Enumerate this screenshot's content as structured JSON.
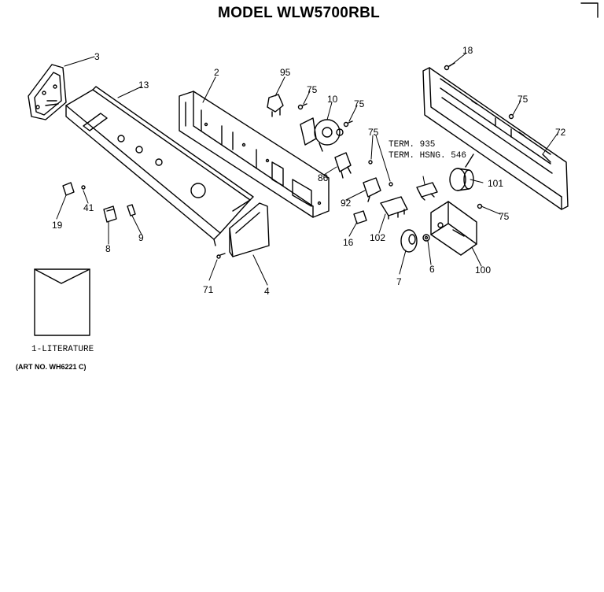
{
  "title": "MODEL WLW5700RBL",
  "callouts": {
    "p2": "2",
    "p3": "3",
    "p4": "4",
    "p6": "6",
    "p7": "7",
    "p8": "8",
    "p9": "9",
    "p10": "10",
    "p13": "13",
    "p16": "16",
    "p18": "18",
    "p19": "19",
    "p41": "41",
    "p71": "71",
    "p72": "72",
    "p75a": "75",
    "p75b": "75",
    "p75c": "75",
    "p75d": "75",
    "p75e": "75",
    "p86": "86",
    "p92": "92",
    "p95": "95",
    "p100": "100",
    "p101": "101",
    "p102": "102"
  },
  "terminal_notes": {
    "line1": "TERM. 935",
    "line2": "TERM. HSNG. 546"
  },
  "literature": {
    "label": "1-LITERATURE",
    "art_no": "(ART NO. WH6221 C)"
  }
}
